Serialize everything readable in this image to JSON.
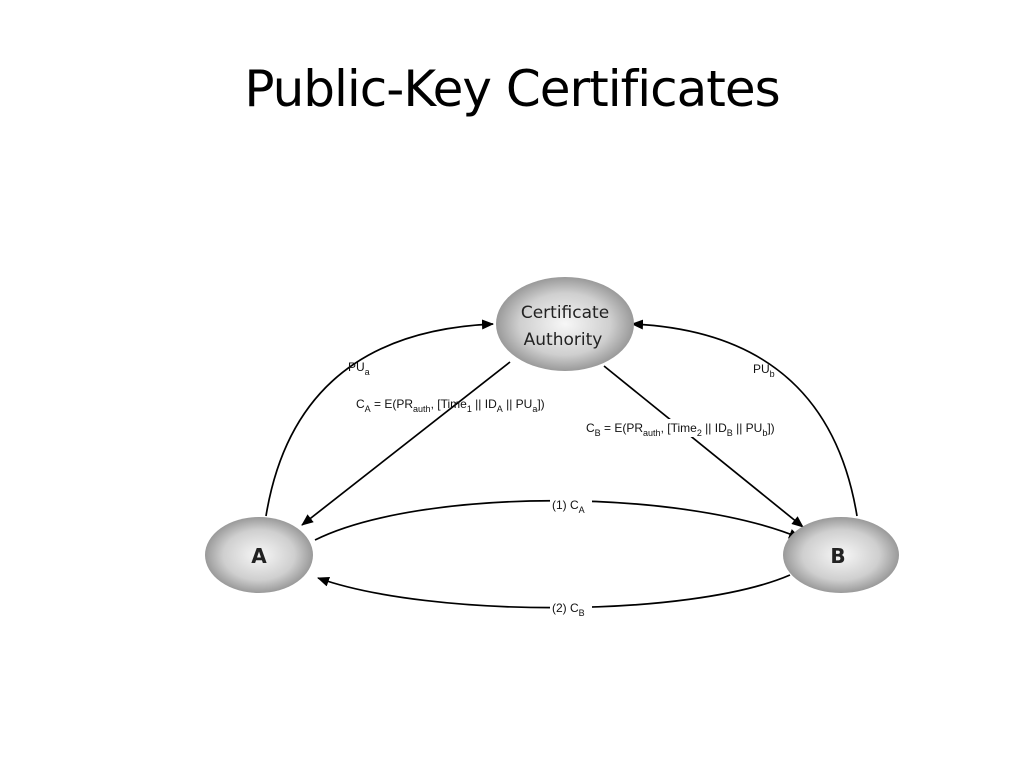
{
  "slide": {
    "title": "Public-Key Certificates"
  },
  "diagram": {
    "nodes": {
      "ca": {
        "line1": "Certificate",
        "line2": "Authority"
      },
      "a": {
        "label": "A"
      },
      "b": {
        "label": "B"
      }
    },
    "edges": {
      "pu_a": {
        "main": "PU",
        "sub": "a"
      },
      "pu_b": {
        "main": "PU",
        "sub": "b"
      },
      "cert_a": {
        "c": "C",
        "c_sub": "A",
        "eq": " = E(PR",
        "auth_sub": "auth",
        "mid1": ", [Time",
        "time_sub": "1",
        "mid2": " || ID",
        "id_sub": "A",
        "mid3": " || PU",
        "pu_sub": "a",
        "end": "])"
      },
      "cert_b": {
        "c": "C",
        "c_sub": "B",
        "eq": " = E(PR",
        "auth_sub": "auth",
        "mid1": ", [Time",
        "time_sub": "2",
        "mid2": " || ID",
        "id_sub": "B",
        "mid3": " || PU",
        "pu_sub": "b",
        "end": "])"
      },
      "step1": {
        "prefix": "(1) C",
        "sub": "A"
      },
      "step2": {
        "prefix": "(2) C",
        "sub": "B"
      }
    }
  }
}
